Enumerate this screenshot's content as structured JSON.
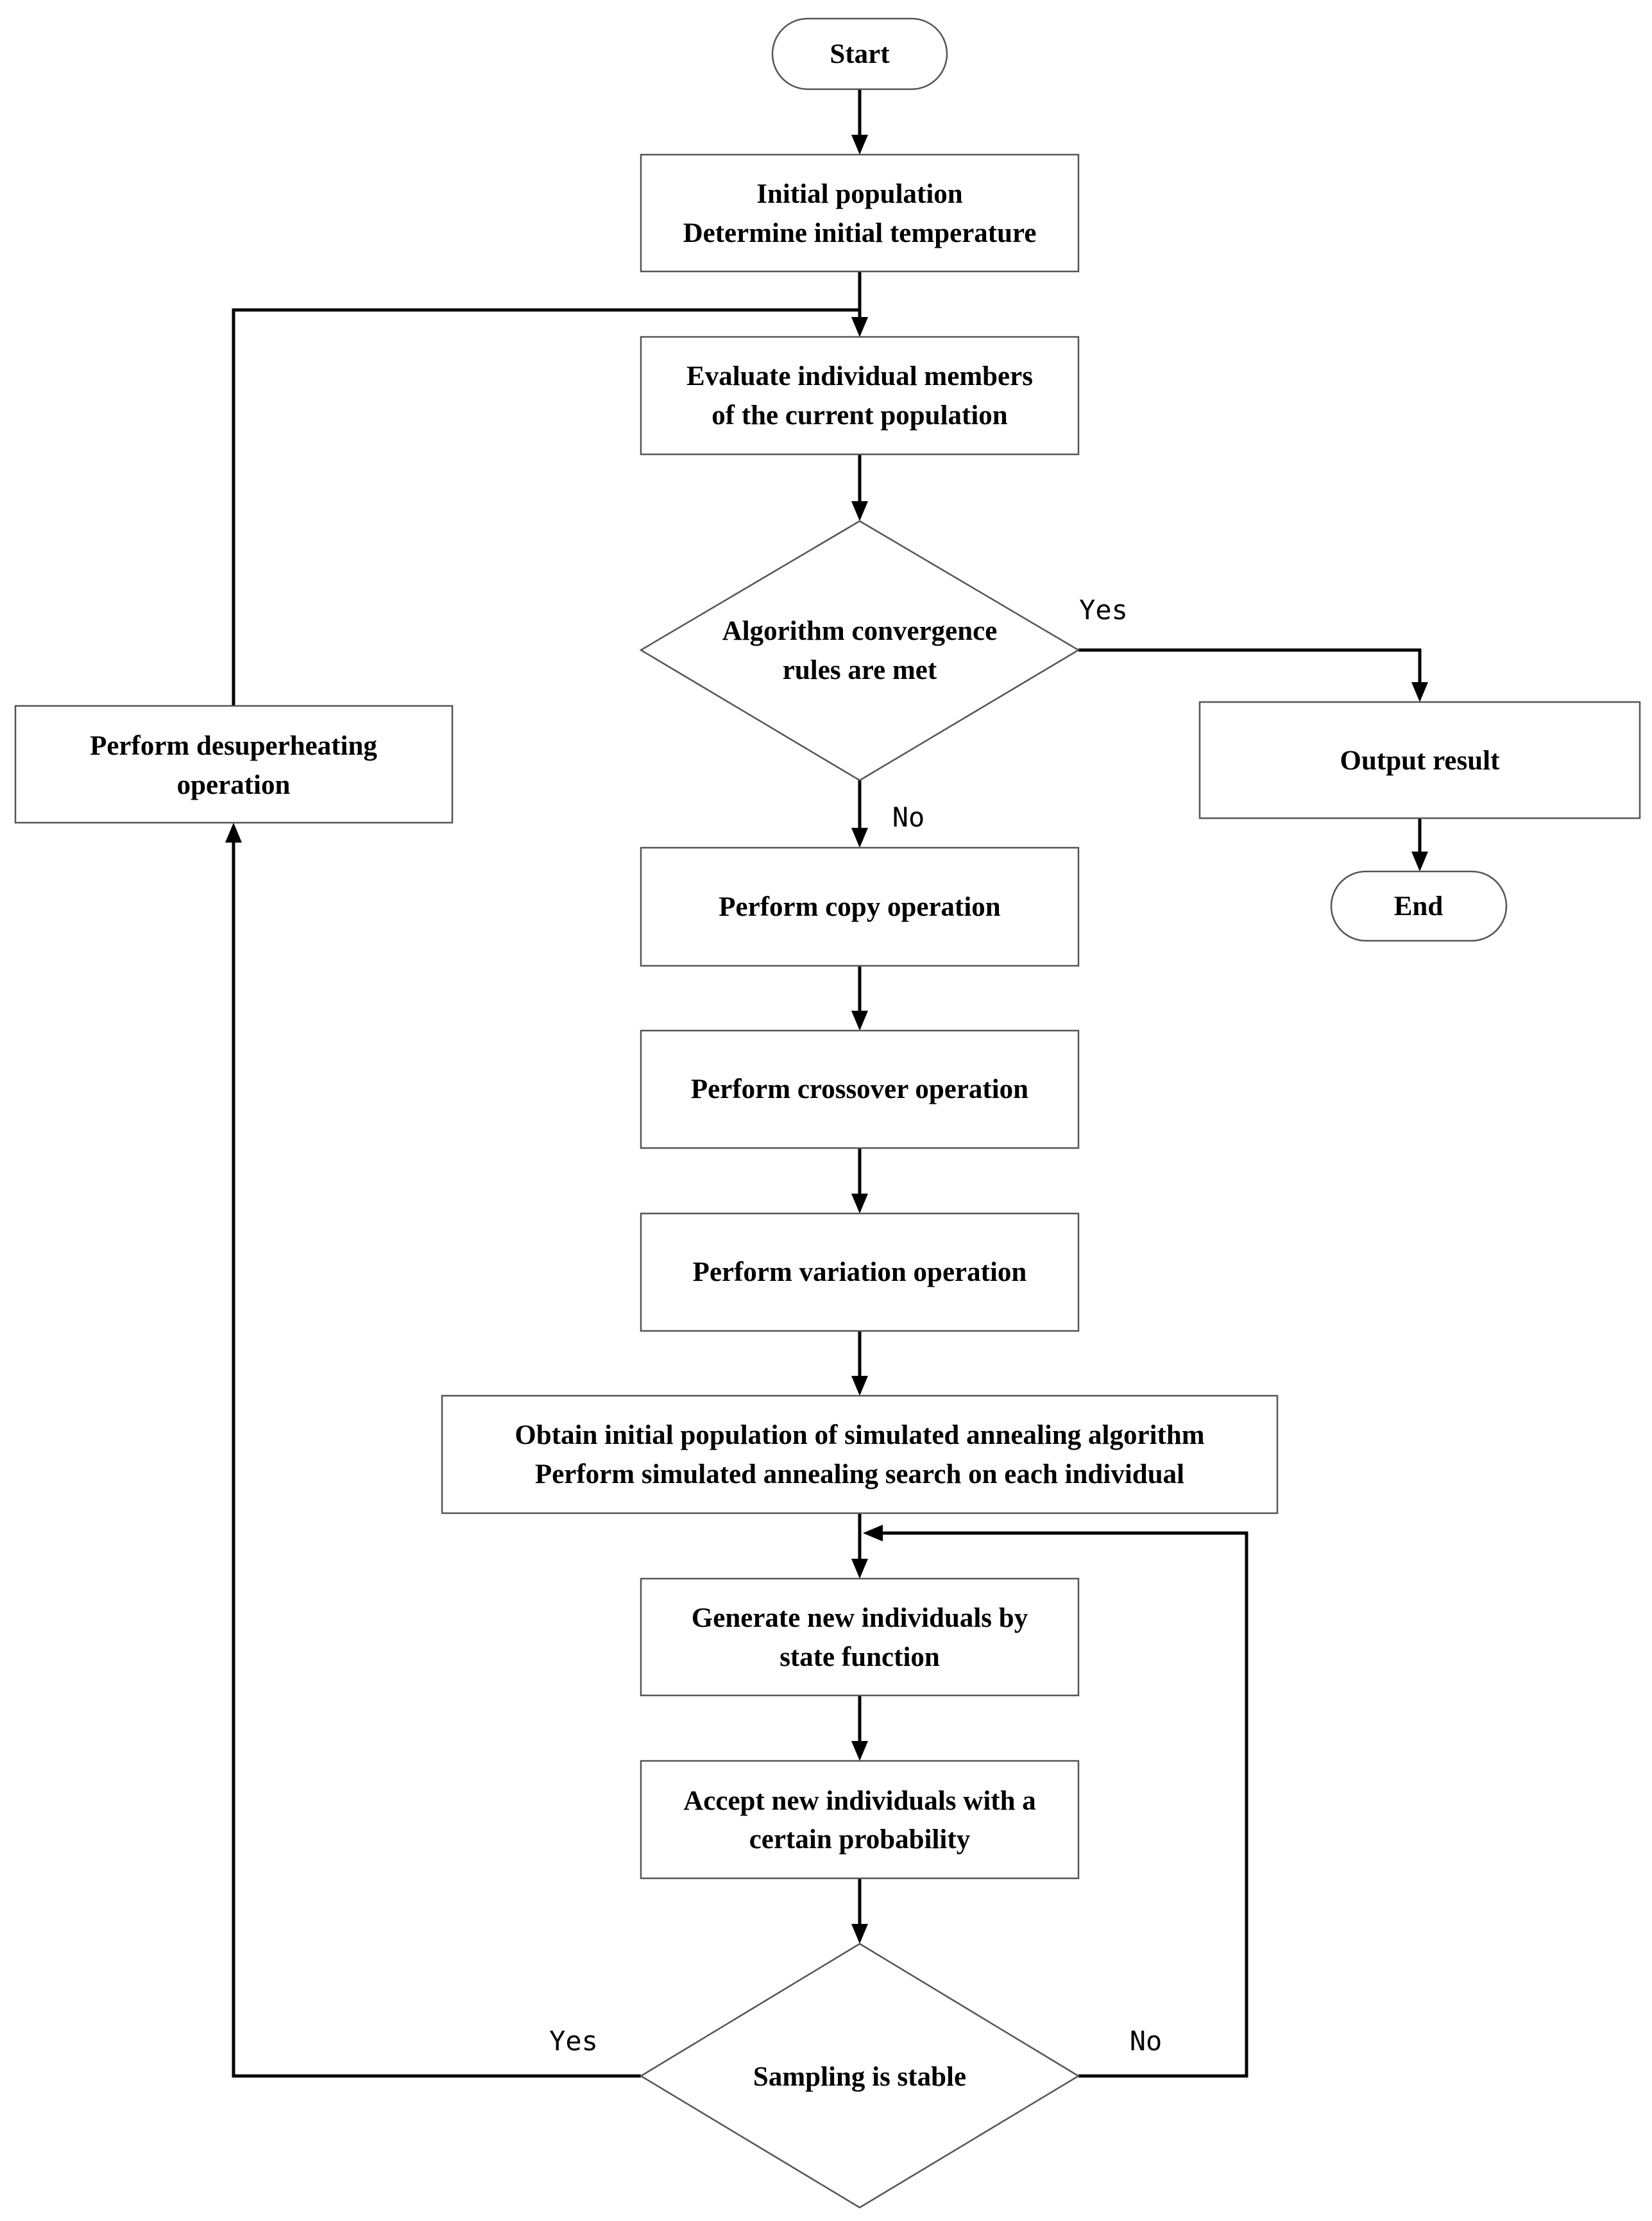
{
  "flowchart": {
    "nodes": {
      "start": {
        "shape": "terminal",
        "lines": [
          "Start"
        ]
      },
      "init": {
        "shape": "process",
        "lines": [
          "Initial population",
          "Determine initial temperature"
        ]
      },
      "evaluate": {
        "shape": "process",
        "lines": [
          "Evaluate individual members",
          "of the current population"
        ]
      },
      "converge": {
        "shape": "decision",
        "lines": [
          "Algorithm convergence",
          "rules are met"
        ]
      },
      "output": {
        "shape": "process",
        "lines": [
          "Output result"
        ]
      },
      "end": {
        "shape": "terminal",
        "lines": [
          "End"
        ]
      },
      "desuper": {
        "shape": "process",
        "lines": [
          "Perform desuperheating",
          "operation"
        ]
      },
      "copy": {
        "shape": "process",
        "lines": [
          "Perform copy operation"
        ]
      },
      "crossover": {
        "shape": "process",
        "lines": [
          "Perform crossover operation"
        ]
      },
      "variation": {
        "shape": "process",
        "lines": [
          "Perform variation operation"
        ]
      },
      "sa_init": {
        "shape": "process",
        "lines": [
          "Obtain initial population of simulated annealing algorithm",
          "Perform simulated annealing search on each individual"
        ]
      },
      "generate": {
        "shape": "process",
        "lines": [
          "Generate new individuals by",
          "state function"
        ]
      },
      "accept": {
        "shape": "process",
        "lines": [
          "Accept new individuals with a",
          "certain probability"
        ]
      },
      "stable": {
        "shape": "decision",
        "lines": [
          "Sampling is stable"
        ]
      }
    },
    "edges": [
      {
        "from": "start",
        "to": "init",
        "label": ""
      },
      {
        "from": "init",
        "to": "evaluate",
        "label": ""
      },
      {
        "from": "evaluate",
        "to": "converge",
        "label": ""
      },
      {
        "from": "converge",
        "to": "output",
        "label": "Yes"
      },
      {
        "from": "output",
        "to": "end",
        "label": ""
      },
      {
        "from": "converge",
        "to": "copy",
        "label": "No"
      },
      {
        "from": "copy",
        "to": "crossover",
        "label": ""
      },
      {
        "from": "crossover",
        "to": "variation",
        "label": ""
      },
      {
        "from": "variation",
        "to": "sa_init",
        "label": ""
      },
      {
        "from": "sa_init",
        "to": "generate",
        "label": ""
      },
      {
        "from": "generate",
        "to": "accept",
        "label": ""
      },
      {
        "from": "accept",
        "to": "stable",
        "label": ""
      },
      {
        "from": "stable",
        "to": "generate",
        "label": "No"
      },
      {
        "from": "stable",
        "to": "desuper",
        "label": "Yes"
      },
      {
        "from": "desuper",
        "to": "evaluate",
        "label": ""
      }
    ]
  }
}
